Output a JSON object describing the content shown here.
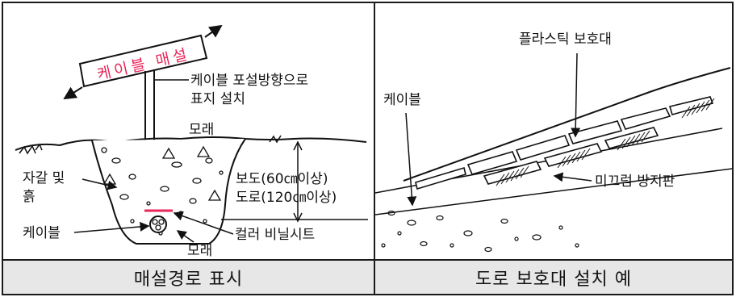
{
  "left_panel": {
    "sign_text": "케이블 매설",
    "label_sign_direction_line1": "케이블 포설방향으로",
    "label_sign_direction_line2": "표지 설치",
    "label_sand_top": "모래",
    "label_gravel_line1": "자갈 및",
    "label_gravel_line2": "흙",
    "label_sidewalk": "보도(60㎝이상)",
    "label_road": "도로(120㎝이상)",
    "label_cable": "케이블",
    "label_vinyl": "컬러 비닐시트",
    "label_sand_bottom": "모래",
    "caption": "매설경로 표시"
  },
  "right_panel": {
    "label_plastic_guard": "플라스틱 보호대",
    "label_cable": "케이블",
    "label_anti_slip": "미끄럼 방지판",
    "caption": "도로 보호대 설치 예"
  },
  "colors": {
    "accent_text": "#e8265b",
    "line": "#111111",
    "caption_bg": "#e7e7e7"
  }
}
